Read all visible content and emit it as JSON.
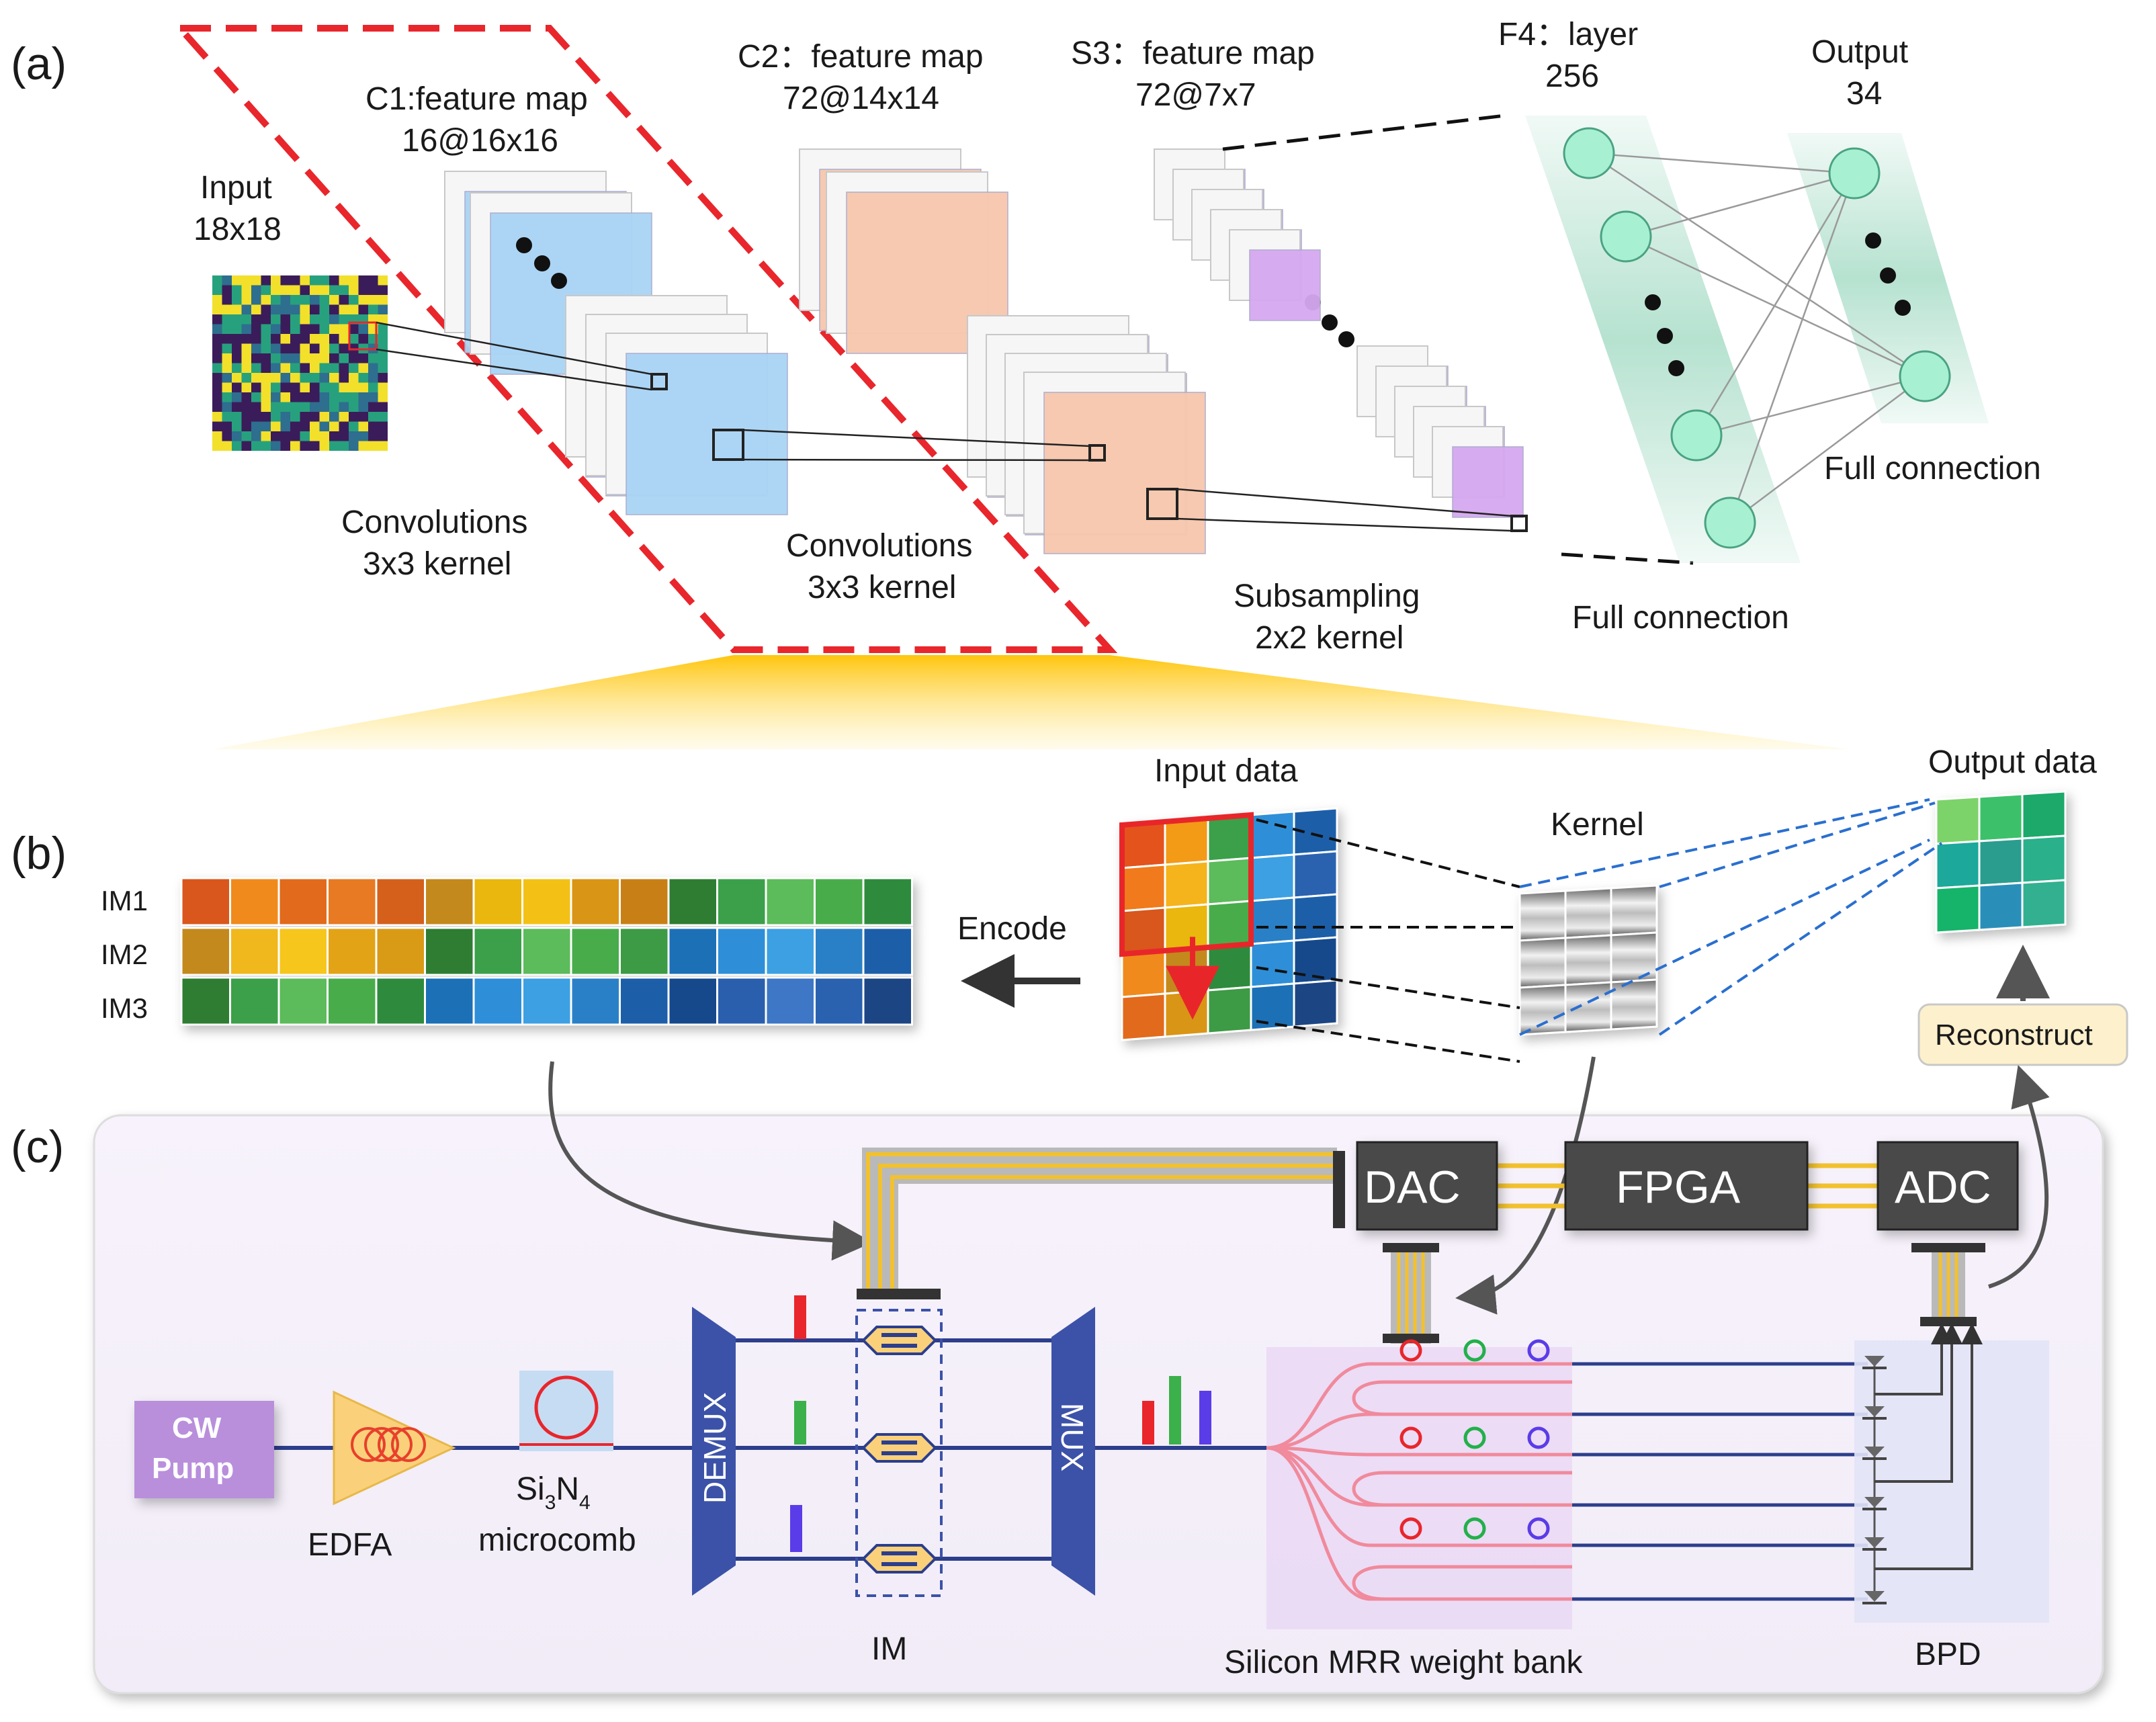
{
  "panels": {
    "a": "(a)",
    "b": "(b)",
    "c": "(c)"
  },
  "cnn": {
    "input_label": "Input",
    "input_size": "18x18",
    "c1_label": "C1:feature map",
    "c1_size": "16@16x16",
    "c2_label": "C2：feature map",
    "c2_size": "72@14x14",
    "s3_label": "S3：feature map",
    "s3_size": "72@7x7",
    "f4_label": "F4：layer",
    "f4_size": "256",
    "output_label": "Output",
    "output_size": "34",
    "conv1_line1": "Convolutions",
    "conv1_line2": "3x3 kernel",
    "conv2_line1": "Convolutions",
    "conv2_line2": "3x3 kernel",
    "sub_line1": "Subsampling",
    "sub_line2": "2x2 kernel",
    "full_conn_1": "Full connection",
    "full_conn_2": "Full connection"
  },
  "encoding": {
    "rows": [
      "IM1",
      "IM2",
      "IM3"
    ],
    "encode_label": "Encode",
    "input_data_label": "Input data",
    "kernel_label": "Kernel",
    "output_data_label": "Output data",
    "reconstruct_label": "Reconstruct"
  },
  "hardware": {
    "pump_line1": "CW",
    "pump_line2": "Pump",
    "edfa_label": "EDFA",
    "microcomb_si": "Si",
    "microcomb_sub3": "3",
    "microcomb_n": "N",
    "microcomb_sub4": "4",
    "microcomb_label": "microcomb",
    "demux_label": "DEMUX",
    "mux_label": "MUX",
    "im_label": "IM",
    "dac_label": "DAC",
    "fpga_label": "FPGA",
    "adc_label": "ADC",
    "weight_bank_label": "Silicon  MRR weight bank",
    "bpd_label": "BPD"
  },
  "colors": {
    "dashed_red": "#e8262c",
    "c1_blue": "#a9d4f5",
    "c2_peach": "#f7c7ad",
    "s3_violet": "#d6a8f0",
    "neuron": "#a8f0d2",
    "layer_band": "#b6e2d0",
    "pump": "#b98fdc",
    "chip": "#4a4a4a",
    "waveguide": "#2c3e8c",
    "mux_blue": "#3c52a8",
    "wire_gold": "#f2c12e",
    "reconstruct_bg": "#fdf0cc"
  }
}
